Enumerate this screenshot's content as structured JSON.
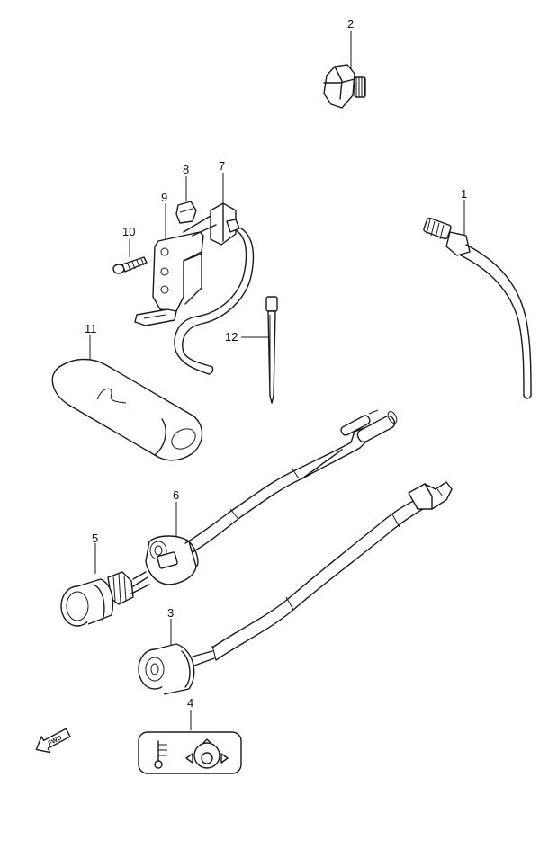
{
  "callouts": {
    "c1": "1",
    "c2": "2",
    "c3": "3",
    "c4": "4",
    "c5": "5",
    "c6": "6",
    "c7": "7",
    "c8": "8",
    "c9": "9",
    "c10": "10",
    "c11": "11",
    "c12": "12"
  },
  "direction_label": "FWD",
  "colors": {
    "line": "#1a1a1a",
    "background": "#ffffff"
  }
}
